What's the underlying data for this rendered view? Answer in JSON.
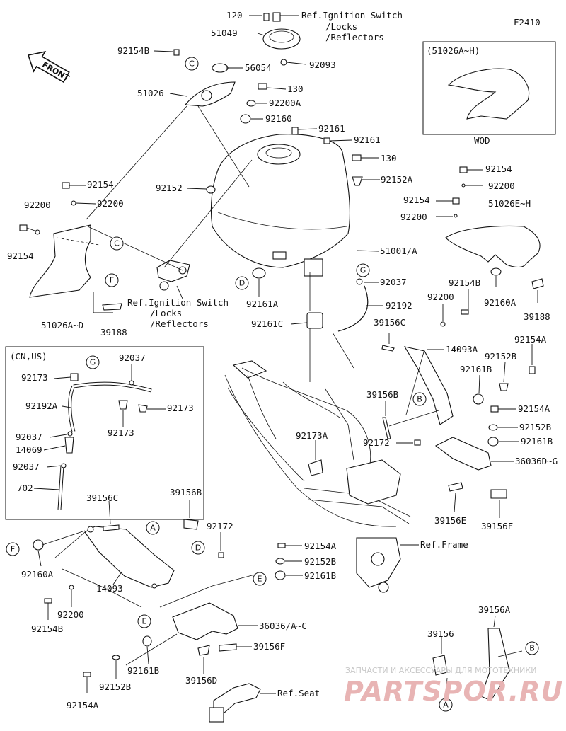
{
  "figure_code": "F2410",
  "front_label": "FRONT",
  "watermark": {
    "line1": "ЗАПЧАСТИ И АКСЕССУАРЫ ДЛЯ МОТОТЕХНИКИ",
    "line2": "PARTSPOR.RU"
  },
  "inset_wod": {
    "header": "(51026A~H)",
    "footer": "WOD"
  },
  "inset_cnus": {
    "header": "(CN,US)"
  },
  "callouts": [
    "A",
    "B",
    "C",
    "D",
    "E",
    "F",
    "G"
  ],
  "labels": {
    "p120": "120",
    "ref_ignition_top": "Ref.Ignition Switch",
    "locks_top": "/Locks",
    "reflectors_top": "/Reflectors",
    "p51049": "51049",
    "p92093": "92093",
    "p92154B_top": "92154B",
    "p56054": "56054",
    "p51026": "51026",
    "p130_top": "130",
    "p92200A": "92200A",
    "p92160": "92160",
    "p92161_a": "92161",
    "p92161_b": "92161",
    "p130_mid": "130",
    "p92152A": "92152A",
    "p92152": "92152",
    "p92154_left": "92154",
    "p92200_left_a": "92200",
    "p92200_left_b": "92200",
    "p92154_left_b": "92154",
    "p51026AD": "51026A~D",
    "p39188_left": "39188",
    "ref_ignition_mid": "Ref.Ignition Switch",
    "locks_mid": "/Locks",
    "reflectors_mid": "/Reflectors",
    "p92154_right": "92154",
    "p92200_right": "92200",
    "p92154_right_b": "92154",
    "p92200_right_b": "92200",
    "p51026EH": "51026E~H",
    "p51001A": "51001/A",
    "p92037_main": "92037",
    "p92161A": "92161A",
    "p92192": "92192",
    "p92161C": "92161C",
    "p92154B_right": "92154B",
    "p92160A_right": "92160A",
    "p39188_right": "39188",
    "p92200_right_c": "92200",
    "p39156C_right": "39156C",
    "p14093A": "14093A",
    "p92154A_right": "92154A",
    "p92152B_right": "92152B",
    "p92161B_right": "92161B",
    "p39156B_mid": "39156B",
    "p92154A_right_b": "92154A",
    "p92152B_right_b": "92152B",
    "p92161B_right_b": "92161B",
    "p92172_right": "92172",
    "p36036DG": "36036D~G",
    "p39156E": "39156E",
    "p39156F_right": "39156F",
    "p92173A": "92173A",
    "ins_92037_a": "92037",
    "ins_92173_a": "92173",
    "ins_92192A": "92192A",
    "ins_92173_b": "92173",
    "ins_92173_c": "92173",
    "ins_92037_b": "92037",
    "ins_14069": "14069",
    "ins_92037_c": "92037",
    "ins_702": "702",
    "p39156C_left": "39156C",
    "p39156B_left": "39156B",
    "p92172_left": "92172",
    "p92160A_left": "92160A",
    "p14093": "14093",
    "p92200_bottom": "92200",
    "p92154B_bottom": "92154B",
    "p92154A_mid": "92154A",
    "p92152B_mid": "92152B",
    "p92161B_mid": "92161B",
    "ref_frame": "Ref.Frame",
    "p36036AC": "36036/A~C",
    "p39156F_bottom": "39156F",
    "p92161B_bottom": "92161B",
    "p92152B_bottom": "92152B",
    "p92154A_bottom": "92154A",
    "p39156D": "39156D",
    "ref_seat": "Ref.Seat",
    "p39156A": "39156A",
    "p39156_br": "39156"
  }
}
